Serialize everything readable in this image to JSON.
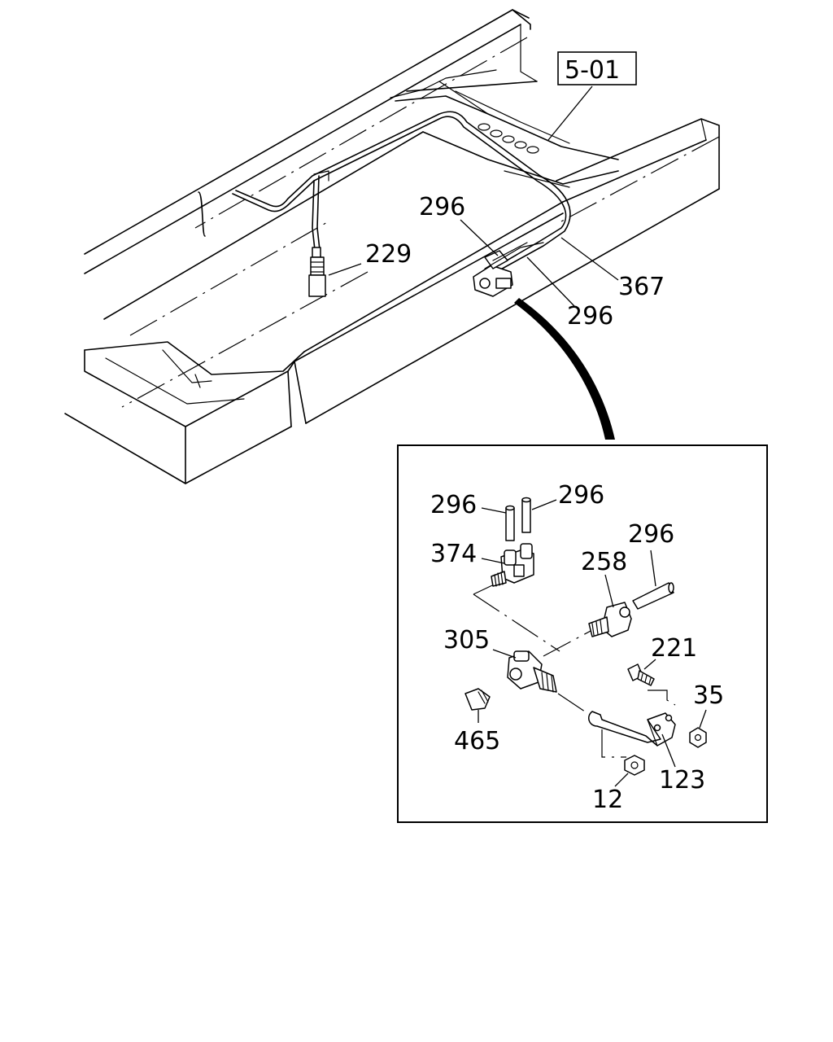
{
  "reference_box": "5-01",
  "labels": {
    "upper_296_a": "296",
    "upper_229": "229",
    "upper_367": "367",
    "upper_296_b": "296",
    "detail_296_a": "296",
    "detail_296_b": "296",
    "detail_296_c": "296",
    "detail_374": "374",
    "detail_258": "258",
    "detail_305": "305",
    "detail_221": "221",
    "detail_35": "35",
    "detail_465": "465",
    "detail_123": "123",
    "detail_12": "12"
  }
}
